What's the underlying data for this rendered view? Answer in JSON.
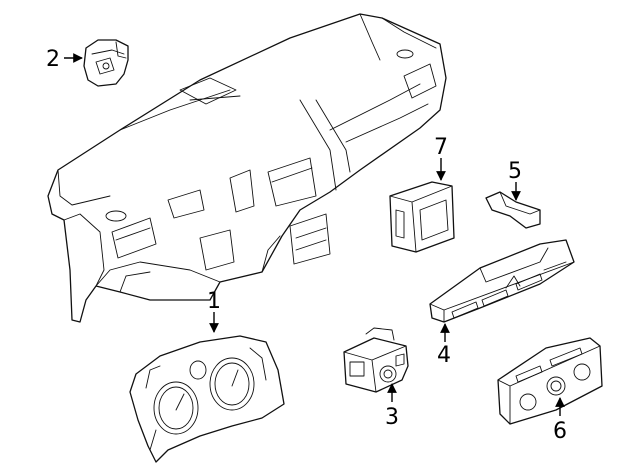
{
  "callouts": [
    {
      "id": "1",
      "part": "instrument-cluster"
    },
    {
      "id": "2",
      "part": "switch"
    },
    {
      "id": "3",
      "part": "headlamp-switch"
    },
    {
      "id": "4",
      "part": "control-panel"
    },
    {
      "id": "5",
      "part": "bracket"
    },
    {
      "id": "6",
      "part": "climate-control"
    },
    {
      "id": "7",
      "part": "control-module"
    }
  ]
}
